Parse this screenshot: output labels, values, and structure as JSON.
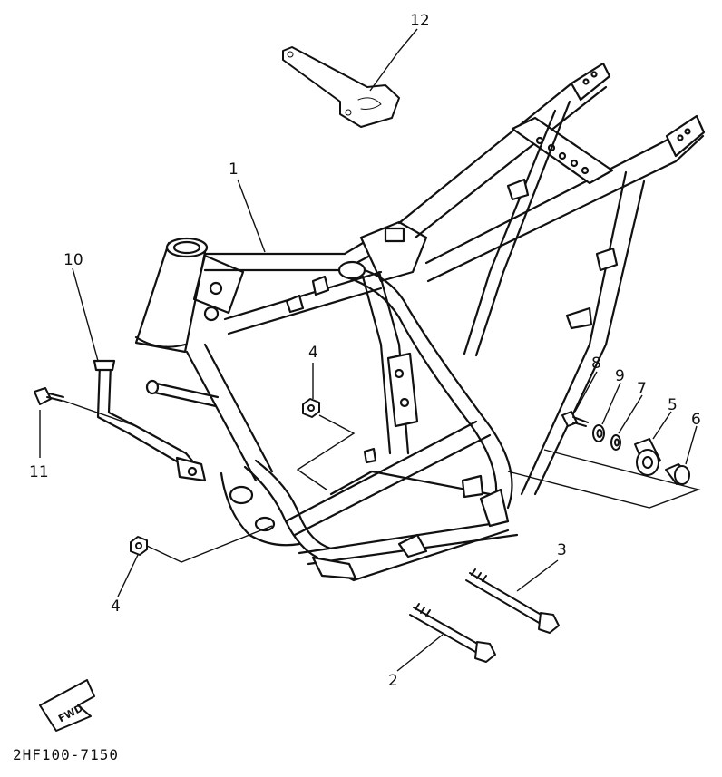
{
  "diagram": {
    "reference_code": "2HF100-7150",
    "fwd_label": "FWD",
    "callouts": {
      "frame": "1",
      "bolt_long": "2",
      "bolt_upper": "3",
      "nut_left": "4",
      "nut_center": "4",
      "collar": "5",
      "spacer": "6",
      "washer_7": "7",
      "bolt_small": "8",
      "washer_9": "9",
      "bracket_pipe": "10",
      "bolt_bracket": "11",
      "bracket_plate": "12"
    }
  }
}
